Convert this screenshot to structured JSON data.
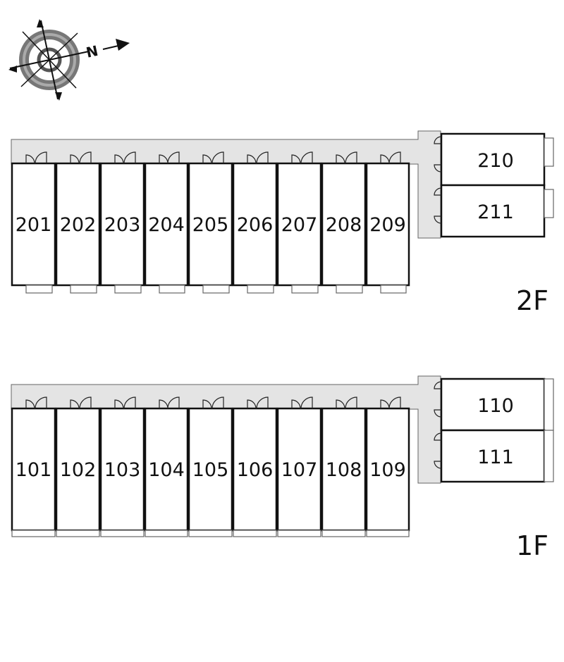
{
  "compass": {
    "icon": "compass-rose-icon",
    "north_label": "N"
  },
  "floors": [
    {
      "label": "2F",
      "row_units": [
        "201",
        "202",
        "203",
        "204",
        "205",
        "206",
        "207",
        "208",
        "209"
      ],
      "side_units": [
        "210",
        "211"
      ]
    },
    {
      "label": "1F",
      "row_units": [
        "101",
        "102",
        "103",
        "104",
        "105",
        "106",
        "107",
        "108",
        "109"
      ],
      "side_units": [
        "110",
        "111"
      ]
    }
  ],
  "colors": {
    "corridor": "#e4e4e4",
    "wall": "#111111",
    "thin_line": "#666666",
    "background": "#ffffff"
  }
}
